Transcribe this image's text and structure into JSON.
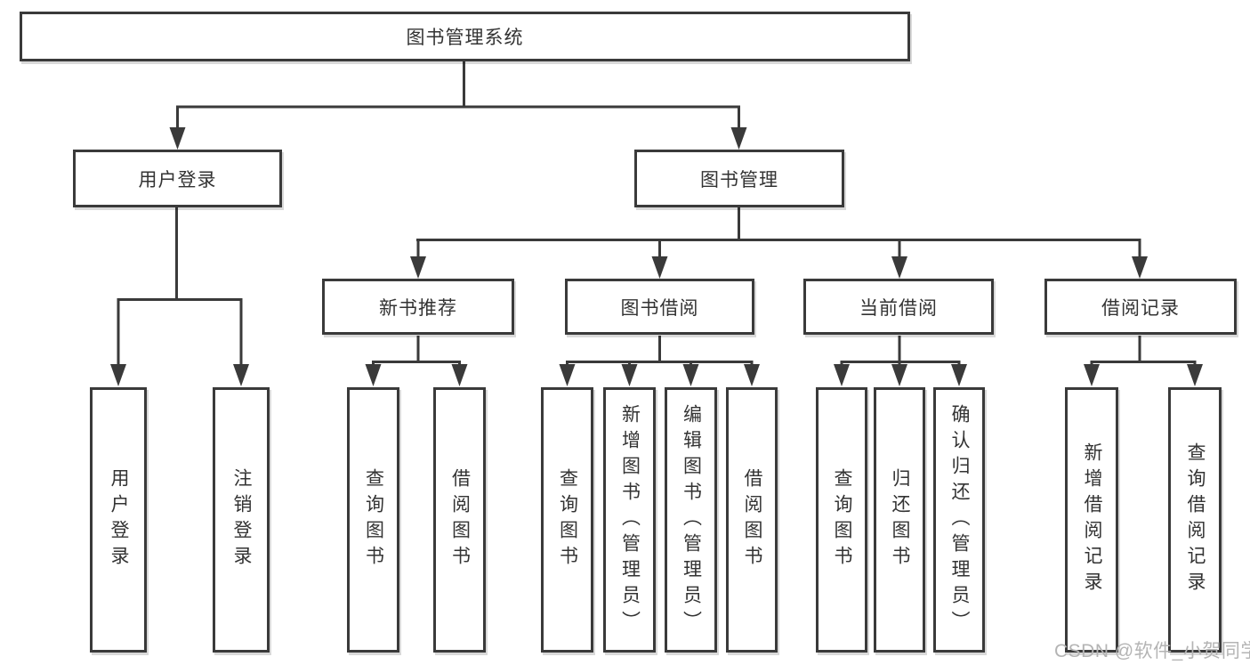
{
  "diagram": {
    "root": {
      "label": "图书管理系统"
    },
    "branches": [
      {
        "label": "用户登录",
        "children": [
          "用户登录",
          "注销登录"
        ]
      },
      {
        "label": "图书管理",
        "children": [
          {
            "label": "新书推荐",
            "children": [
              "查询图书",
              "借阅图书"
            ]
          },
          {
            "label": "图书借阅",
            "children": [
              "查询图书",
              "新增图书（管理员）",
              "编辑图书（管理员）",
              "借阅图书"
            ]
          },
          {
            "label": "当前借阅",
            "children": [
              "查询图书",
              "归还图书",
              "确认归还（管理员）"
            ]
          },
          {
            "label": "借阅记录",
            "children": [
              "新增借阅记录",
              "查询借阅记录"
            ]
          }
        ]
      }
    ],
    "watermark": "CSDN @软件_小贺同学",
    "colors": {
      "line": "#3a3a3a",
      "text": "#333333",
      "background": "#ffffff",
      "watermark": "#b4b4b4"
    }
  }
}
